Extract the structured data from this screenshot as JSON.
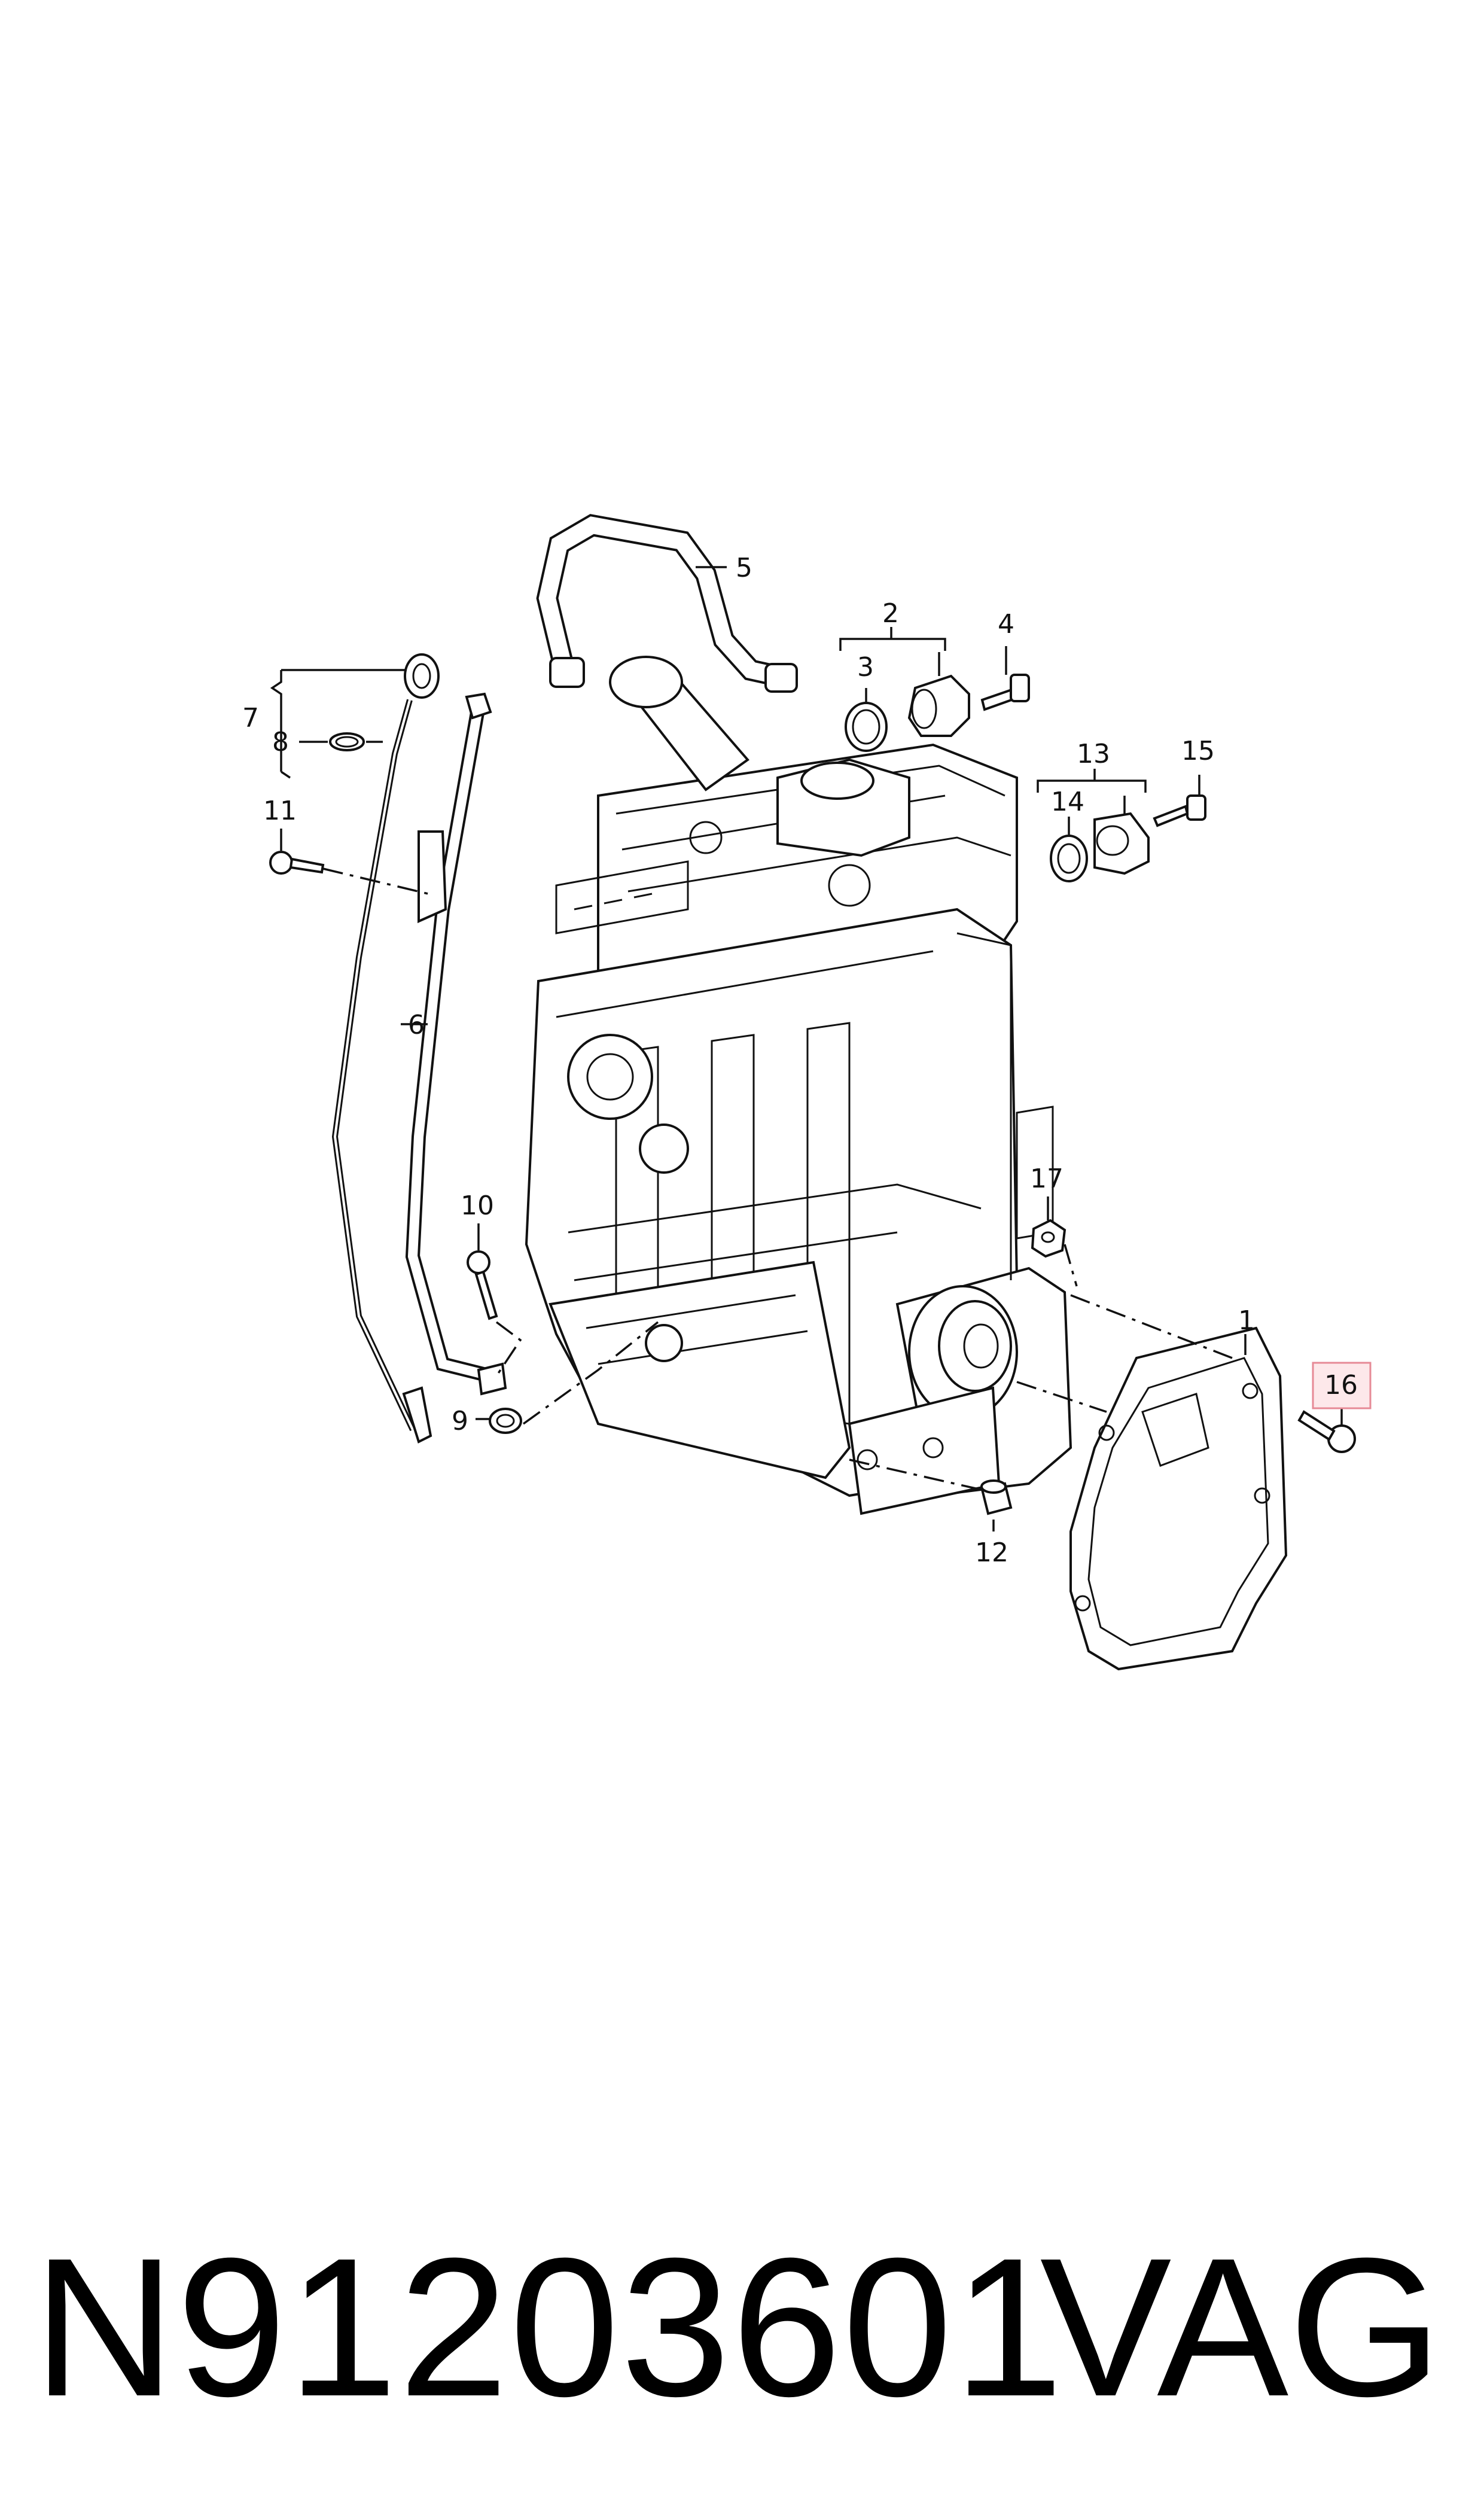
{
  "callouts": [
    {
      "id": "1",
      "label": "1"
    },
    {
      "id": "2",
      "label": "2"
    },
    {
      "id": "3",
      "label": "3"
    },
    {
      "id": "4",
      "label": "4"
    },
    {
      "id": "5",
      "label": "5"
    },
    {
      "id": "6",
      "label": "6"
    },
    {
      "id": "7",
      "label": "7"
    },
    {
      "id": "8",
      "label": "8"
    },
    {
      "id": "9",
      "label": "9"
    },
    {
      "id": "10",
      "label": "10"
    },
    {
      "id": "11",
      "label": "11"
    },
    {
      "id": "12",
      "label": "12"
    },
    {
      "id": "13",
      "label": "13"
    },
    {
      "id": "14",
      "label": "14"
    },
    {
      "id": "15",
      "label": "15"
    },
    {
      "id": "16",
      "label": "16",
      "highlighted": true
    },
    {
      "id": "17",
      "label": "17"
    }
  ],
  "highlight_color": "#e68a96",
  "footer": {
    "part_number": "N91203601",
    "brand": "VAG"
  }
}
